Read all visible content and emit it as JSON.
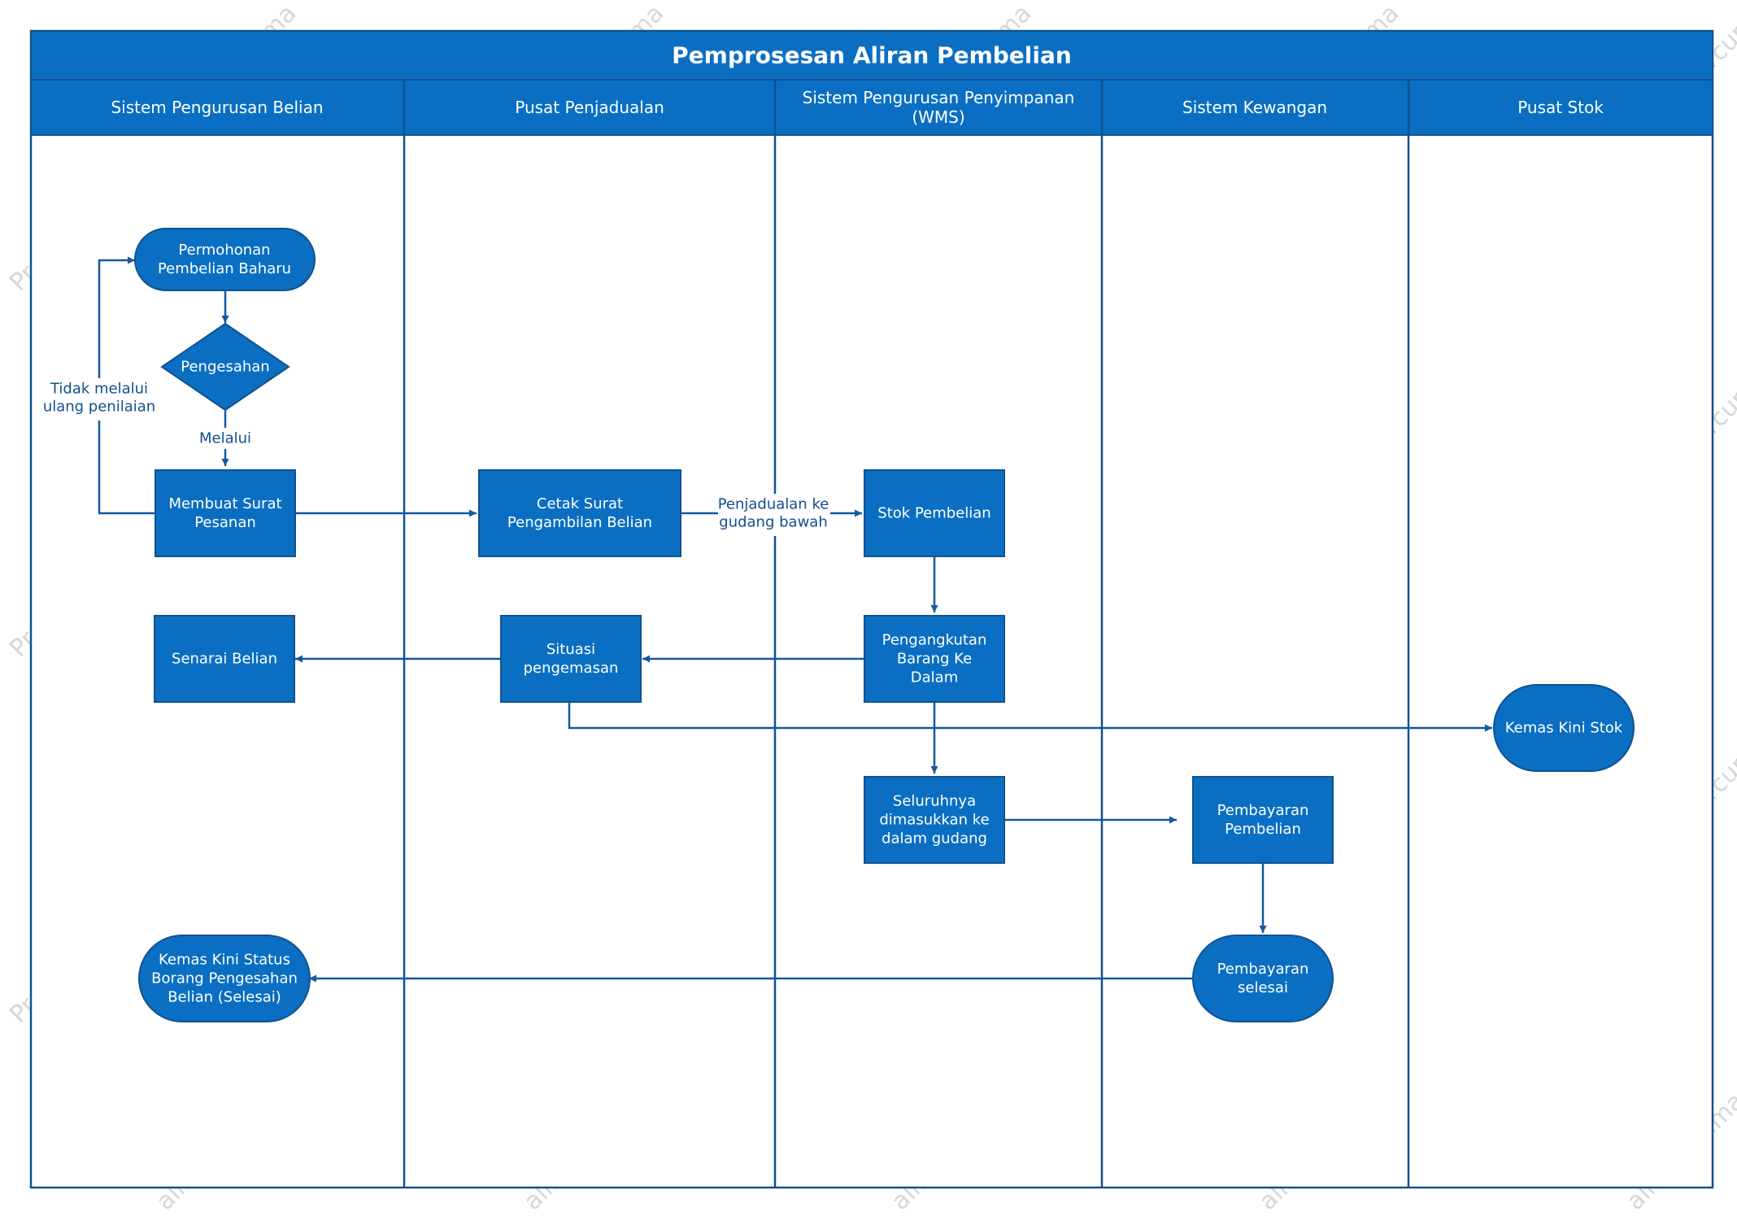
{
  "title": "Pemprosesan Aliran Pembelian",
  "lanes": [
    "Sistem Pengurusan Belian",
    "Pusat Penjadualan",
    "Sistem Pengurusan Penyimpanan\n(WMS)",
    "Sistem Kewangan",
    "Pusat Stok"
  ],
  "nodes": {
    "permohonan": "Permohonan\nPembelian Baharu",
    "pengesahan": "Pengesahan",
    "membuat_surat": "Membuat Surat\nPesanan",
    "cetak_surat": "Cetak Surat\nPengambilan Belian",
    "stok_pembelian": "Stok Pembelian",
    "senarai_belian": "Senarai Belian",
    "situasi": "Situasi\npengemasan",
    "pengangkutan": "Pengangkutan\nBarang Ke\nDalam",
    "kemas_kini_stok": "Kemas Kini Stok",
    "seluruhnya": "Seluruhnya\ndimasukkan ke\ndalam gudang",
    "pembayaran_pembelian": "Pembayaran\nPembelian",
    "pembayaran_selesai": "Pembayaran\nselesai",
    "kemas_kini_status": "Kemas Kini Status\nBorang Pengesahan\nBelian (Selesai)"
  },
  "edge_labels": {
    "tidak_melalui": "Tidak melalui\nulang penilaian",
    "melalui": "Melalui",
    "penjadualan": "Penjadualan ke\ngudang bawah"
  },
  "watermarks": [
    "ProcessOn.io Carta alir percuma",
    "alir percuma"
  ],
  "colors": {
    "header": "#0a6fc2",
    "node": "#0a6fc2",
    "border": "#10518f",
    "line": "#1358a0",
    "label": "#0f4f8f"
  }
}
